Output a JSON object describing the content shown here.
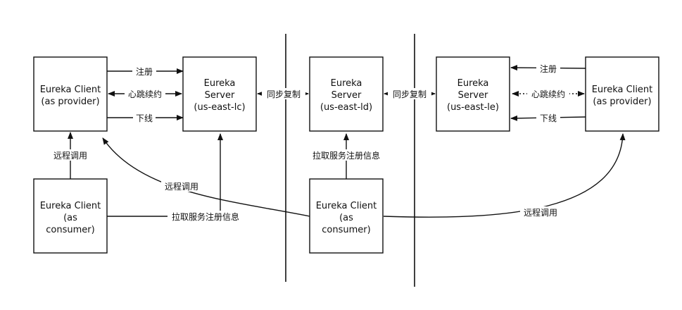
{
  "boxes": {
    "client_provider_left": [
      "Eureka Client",
      "(as provider)"
    ],
    "server_lc": [
      "Eureka",
      "Server",
      "(us-east-lc)"
    ],
    "server_ld": [
      "Eureka",
      "Server",
      "(us-east-ld)"
    ],
    "server_le": [
      "Eureka",
      "Server",
      "(us-east-le)"
    ],
    "client_provider_right": [
      "Eureka Client",
      "(as provider)"
    ],
    "client_consumer_left": [
      "Eureka Client",
      "(as",
      "consumer)"
    ],
    "client_consumer_mid": [
      "Eureka Client",
      "(as",
      "consumer)"
    ]
  },
  "labels": {
    "register_left": "注册",
    "heartbeat_left": "心跳续约",
    "offline_left": "下线",
    "sync_1": "同步复制",
    "sync_2": "同步复制",
    "register_right": "注册",
    "heartbeat_right": "心跳续约",
    "offline_right": "下线",
    "remote_call_left": "远程调用",
    "remote_call_cross": "远程调用",
    "remote_call_right": "远程调用",
    "fetch_registry_left": "拉取服务注册信息",
    "fetch_registry_mid": "拉取服务注册信息"
  }
}
